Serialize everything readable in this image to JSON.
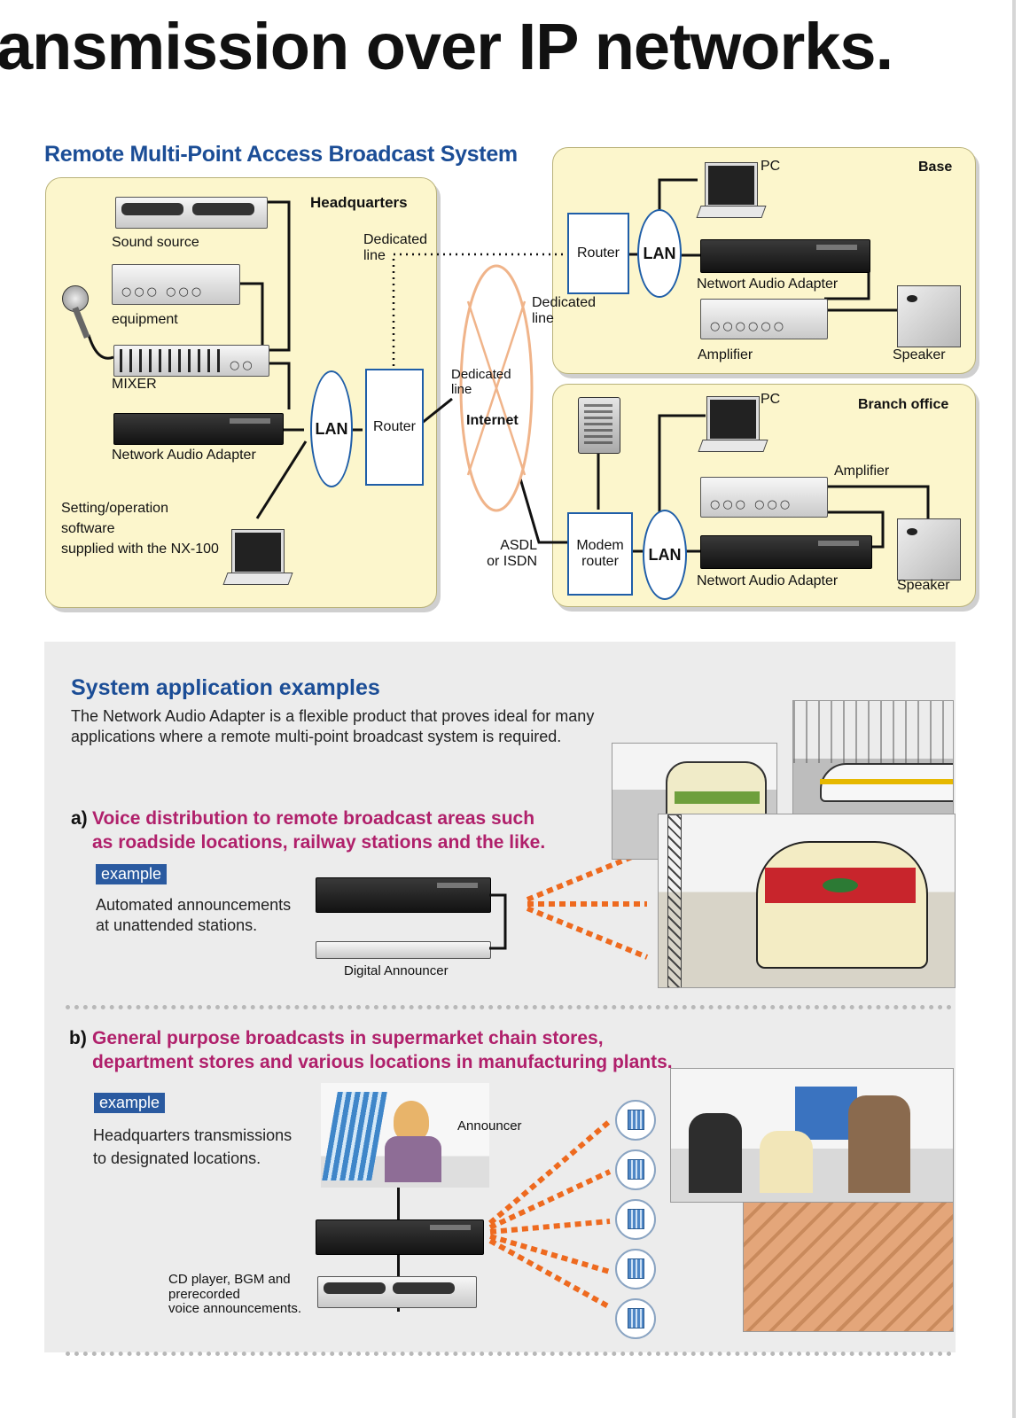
{
  "headline": "ansmission over IP networks.",
  "diagram": {
    "title": "Remote Multi-Point Access Broadcast System",
    "hq": {
      "title": "Headquarters",
      "sound_source": "Sound source",
      "equipment": "equipment",
      "mixer": "MIXER",
      "network_audio_adapter": "Network Audio Adapter",
      "software_line1": "Setting/operation",
      "software_line2": "software",
      "software_line3": "supplied with the NX-100",
      "lan": "LAN",
      "router": "Router"
    },
    "links": {
      "dedicated_top_1": "Dedicated",
      "dedicated_top_2": "line",
      "dedicated_mid_1": "Dedicated",
      "dedicated_mid_2": "line",
      "dedicated_low_1": "Dedicated",
      "dedicated_low_2": "line",
      "internet": "Internet",
      "asdl_1": "ASDL",
      "asdl_2": "or ISDN"
    },
    "base": {
      "title": "Base",
      "pc": "PC",
      "router": "Router",
      "lan": "LAN",
      "adapter": "Networt Audio Adapter",
      "amplifier": "Amplifier",
      "speaker": "Speaker"
    },
    "branch": {
      "title": "Branch office",
      "pc": "PC",
      "amplifier": "Amplifier",
      "modem_1": "Modem",
      "modem_2": "router",
      "lan": "LAN",
      "adapter": "Networt Audio Adapter",
      "speaker": "Speaker"
    }
  },
  "examples": {
    "title": "System application examples",
    "intro_1": "The Network Audio Adapter is a flexible product that proves ideal for many",
    "intro_2": "applications where a remote multi-point broadcast system is required.",
    "a_label": "a)",
    "a_title_1": "Voice distribution to remote broadcast areas such",
    "a_title_2": "as roadside locations, railway stations and the like.",
    "a_tag": "example",
    "a_text_1": "Automated announcements",
    "a_text_2": "at unattended stations.",
    "a_device": "Digital Announcer",
    "b_label": "b)",
    "b_title_1": "General purpose broadcasts in supermarket chain stores,",
    "b_title_2": "department stores and various locations in manufacturing plants.",
    "b_tag": "example",
    "b_text_1": "Headquarters transmissions",
    "b_text_2": "to designated locations.",
    "b_announcer": "Announcer",
    "b_device_1": "CD player, BGM and",
    "b_device_2": "prerecorded",
    "b_device_3": "voice announcements."
  },
  "colors": {
    "title_blue": "#1b4d96",
    "subtitle_magenta": "#b0206b",
    "panel_yellow": "#fcf6cc",
    "lan_blue": "#1f5ea8",
    "signal_orange": "#ee6a1f"
  }
}
